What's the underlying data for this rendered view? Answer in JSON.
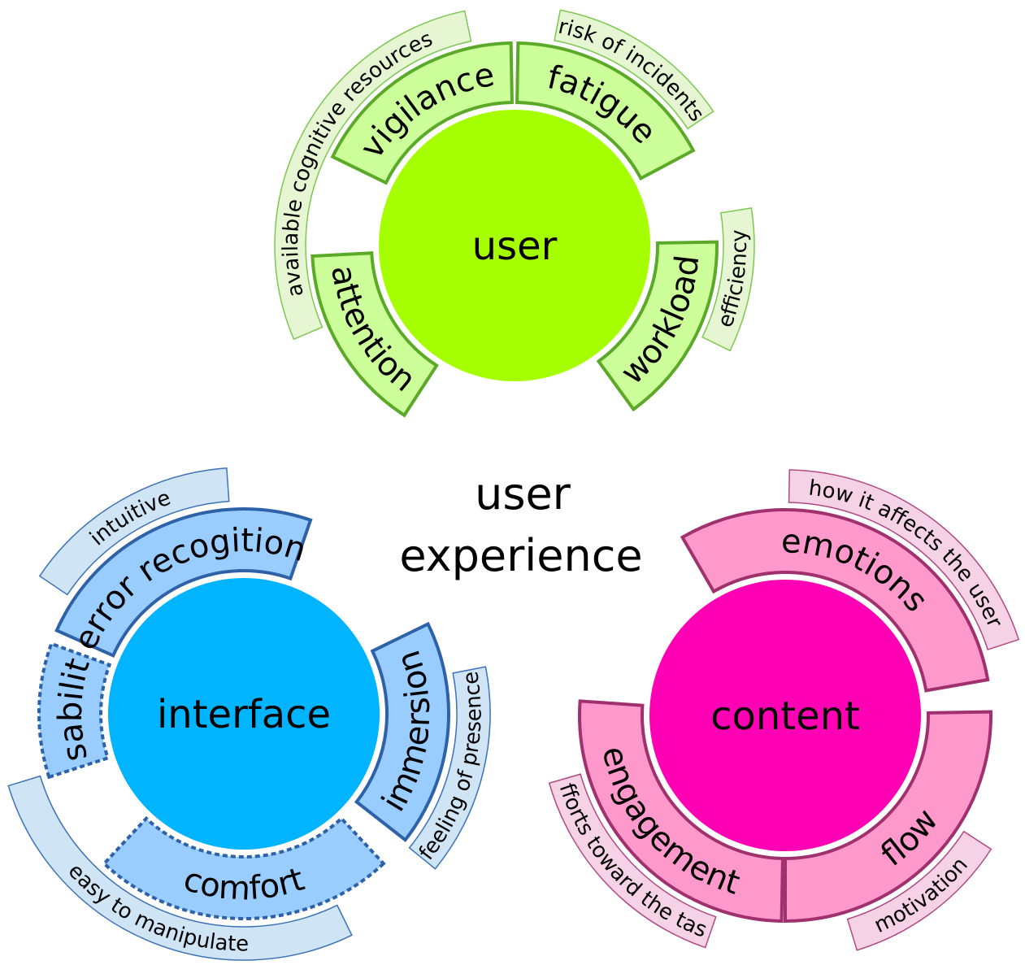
{
  "title": {
    "line1": "user",
    "line2": "experience"
  },
  "clusters": [
    {
      "id": "user",
      "label": "user",
      "colors": {
        "core": "#a6ff00",
        "segment": "#ccff99",
        "stroke": "#5aaa28",
        "outer": "#e6f5d2",
        "outer_stroke": "#7cc850"
      },
      "segments": [
        {
          "label": "vigilance"
        },
        {
          "label": "fatigue"
        },
        {
          "label": "workload"
        },
        {
          "label": "attention"
        }
      ],
      "descriptors": [
        {
          "label": "available cognitive resources"
        },
        {
          "label": "risk of incidents"
        },
        {
          "label": "efficiency"
        }
      ]
    },
    {
      "id": "interface",
      "label": "interface",
      "colors": {
        "core": "#00b4ff",
        "segment": "#99ccff",
        "stroke": "#2e62a8",
        "outer": "#cfe4f4",
        "outer_stroke": "#3b72b8"
      },
      "segments": [
        {
          "label": "error recogition"
        },
        {
          "label": "usability"
        },
        {
          "label": "comfort"
        },
        {
          "label": "immersion"
        }
      ],
      "descriptors": [
        {
          "label": "intuitive"
        },
        {
          "label": "easy to manipulate"
        },
        {
          "label": "feeling of presence"
        }
      ]
    },
    {
      "id": "content",
      "label": "content",
      "colors": {
        "core": "#ff00b4",
        "segment": "#ff99cc",
        "stroke": "#a0306e",
        "outer": "#f5d2e6",
        "outer_stroke": "#b04a82"
      },
      "segments": [
        {
          "label": "emotions"
        },
        {
          "label": "flow"
        },
        {
          "label": "engagement"
        }
      ],
      "descriptors": [
        {
          "label": "how it affects the user"
        },
        {
          "label": "motivation"
        },
        {
          "label": "efforts toward the task"
        }
      ]
    }
  ]
}
